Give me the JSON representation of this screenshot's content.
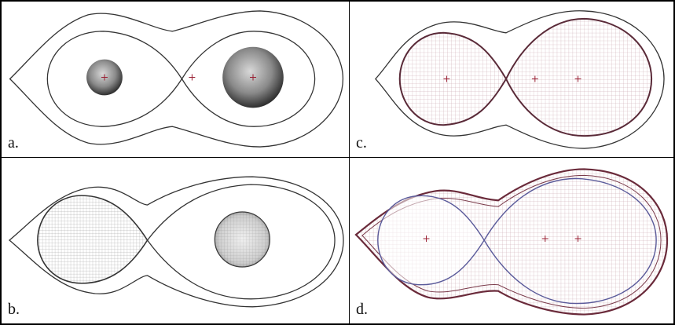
{
  "panels": [
    {
      "id": "a",
      "label": "a."
    },
    {
      "id": "b",
      "label": "b."
    },
    {
      "id": "c",
      "label": "c."
    },
    {
      "id": "d",
      "label": "d."
    }
  ],
  "colors": {
    "outline": "#333333",
    "star_light": "#c9c9c9",
    "star_dark": "#3a3a3a",
    "mesh": "#c8a3ad",
    "marker": "#9a1f33",
    "inner_lobe": "#5a5a9a"
  }
}
